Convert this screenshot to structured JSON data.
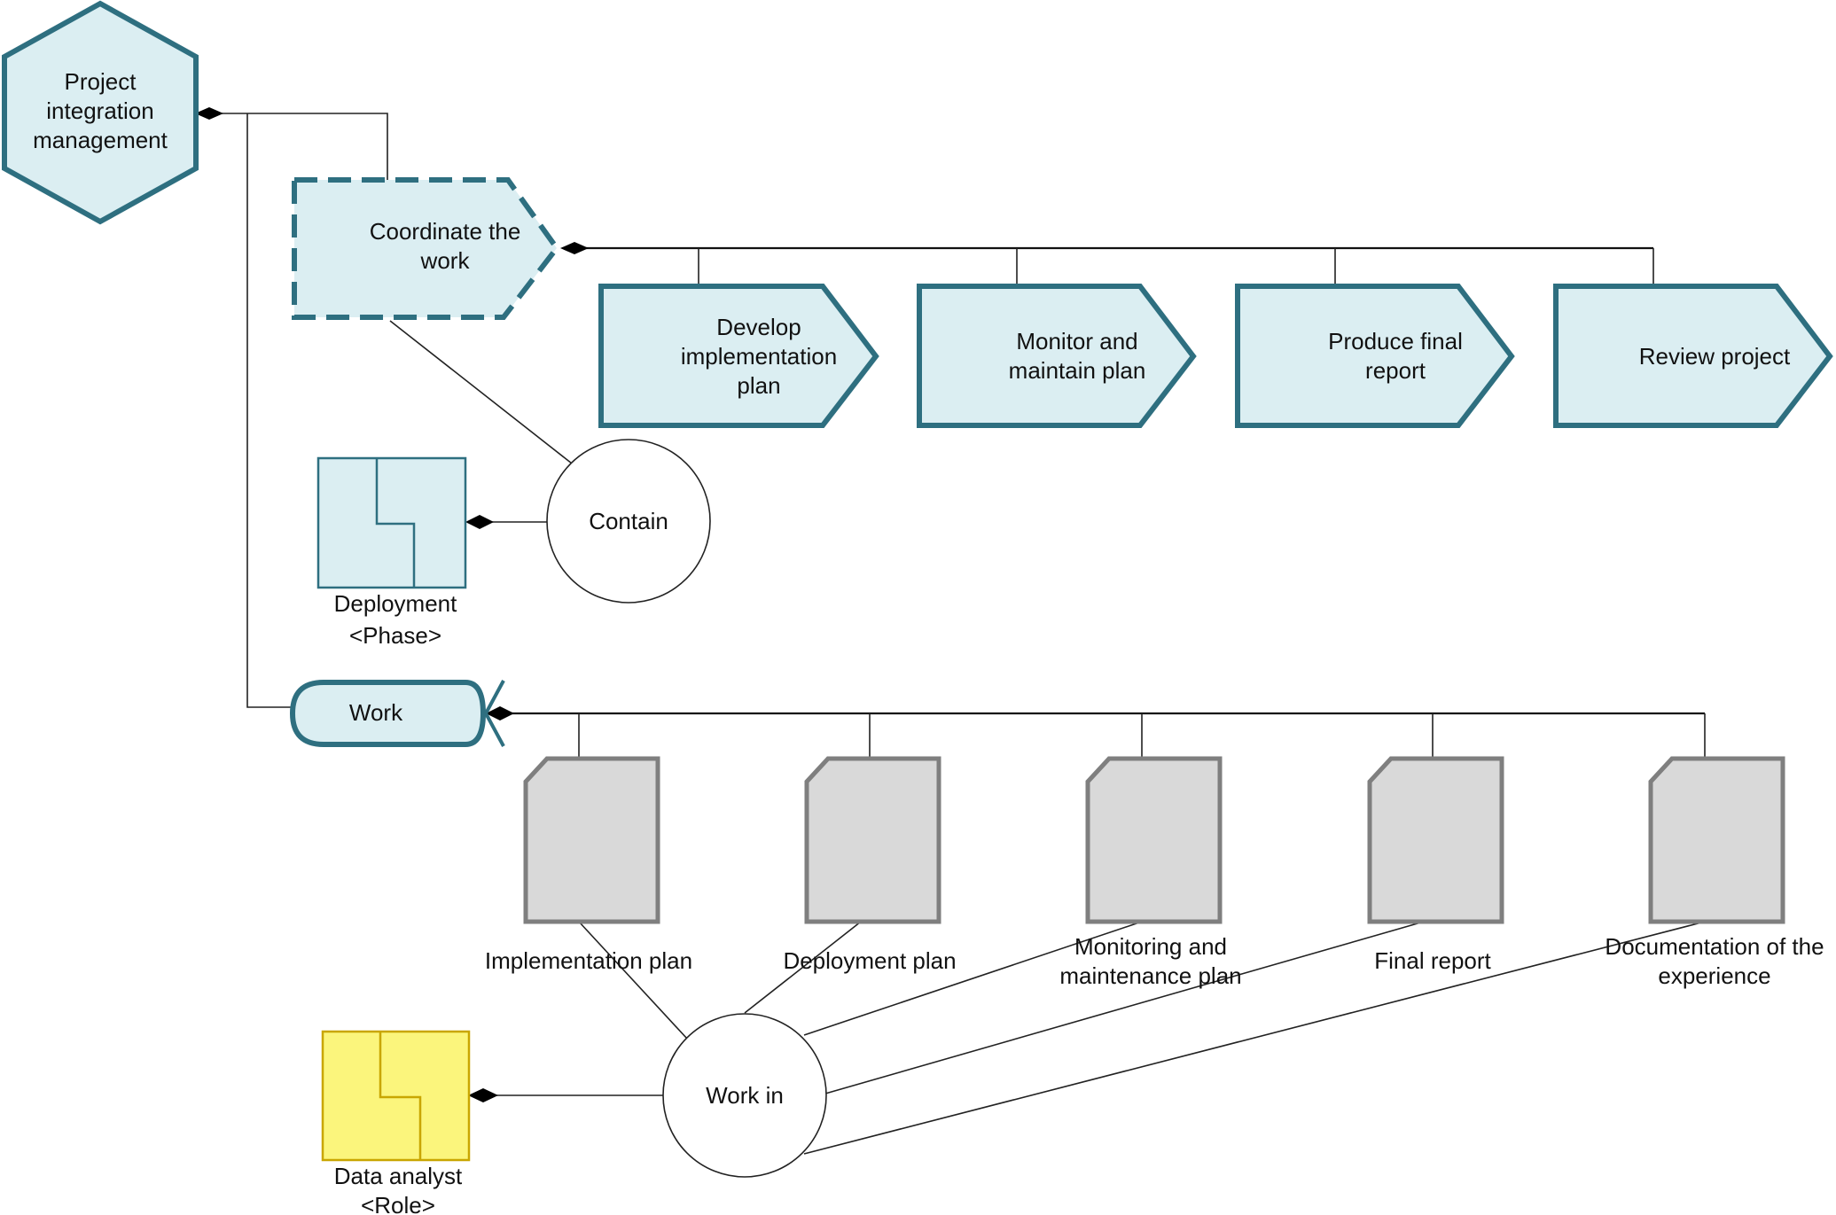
{
  "colors": {
    "process_fill": "#dbeef2",
    "process_stroke": "#2e6f80",
    "document_fill": "#d9d9d9",
    "document_stroke": "#7f7f7f",
    "phase_fill": "#dbeef2",
    "role_fill": "#fbf57c",
    "role_stroke": "#c9a600"
  },
  "nodes": {
    "project": [
      "Project",
      "integration",
      "management"
    ],
    "coordinate": [
      "Coordinate the",
      "work"
    ],
    "steps": [
      [
        "Develop",
        "implementation",
        "plan"
      ],
      [
        "Monitor and",
        "maintain plan"
      ],
      [
        "Produce final",
        "report"
      ],
      [
        "Review project"
      ]
    ],
    "contain": "Contain",
    "deployment": [
      "Deployment",
      "<Phase>"
    ],
    "work": "Work",
    "documents": [
      [
        "Implementation plan"
      ],
      [
        "Deployment plan"
      ],
      [
        "Monitoring and",
        "maintenance plan"
      ],
      [
        "Final report"
      ],
      [
        "Documentation of the",
        "experience"
      ]
    ],
    "work_in": "Work in",
    "data_analyst": [
      "Data analyst",
      "<Role>"
    ]
  }
}
